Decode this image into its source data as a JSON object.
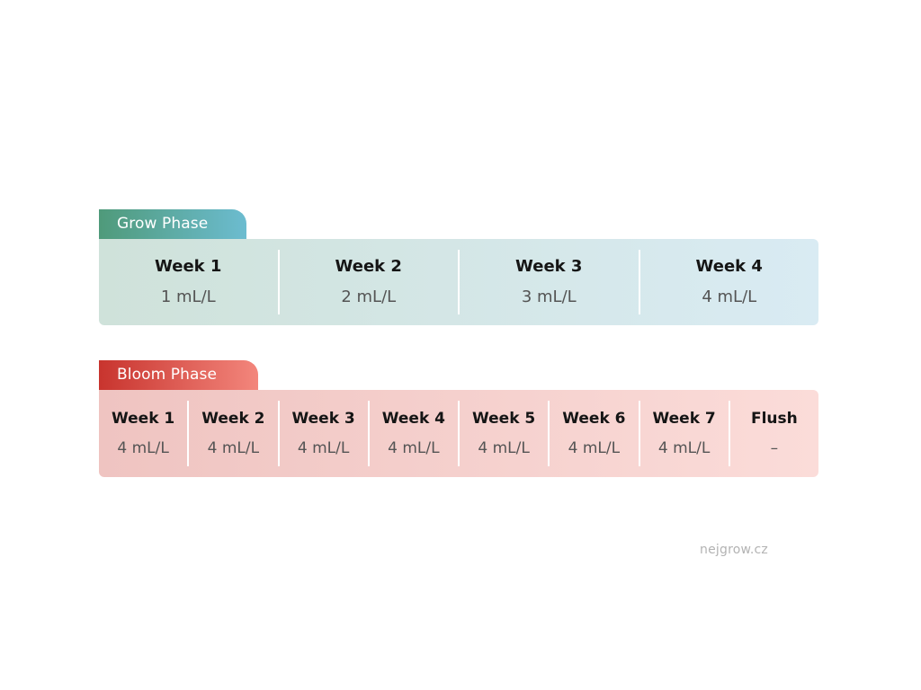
{
  "grow_phase": {
    "title": "Grow Phase",
    "colors": {
      "tab_start": "#4f9a7a",
      "tab_end": "#6cbcd0",
      "panel": "#d4e7e6"
    },
    "weeks": [
      {
        "label": "Week 1",
        "dose": "1 mL/L"
      },
      {
        "label": "Week 2",
        "dose": "2 mL/L"
      },
      {
        "label": "Week 3",
        "dose": "3 mL/L"
      },
      {
        "label": "Week 4",
        "dose": "4 mL/L"
      }
    ]
  },
  "bloom_phase": {
    "title": "Bloom Phase",
    "colors": {
      "tab_start": "#c8342e",
      "tab_end": "#f3867c",
      "panel": "#f6d0cd"
    },
    "weeks": [
      {
        "label": "Week 1",
        "dose": "4 mL/L"
      },
      {
        "label": "Week 2",
        "dose": "4 mL/L"
      },
      {
        "label": "Week 3",
        "dose": "4 mL/L"
      },
      {
        "label": "Week 4",
        "dose": "4 mL/L"
      },
      {
        "label": "Week 5",
        "dose": "4 mL/L"
      },
      {
        "label": "Week 6",
        "dose": "4 mL/L"
      },
      {
        "label": "Week 7",
        "dose": "4 mL/L"
      },
      {
        "label": "Flush",
        "dose": "–"
      }
    ]
  },
  "watermark": "nejgrow.cz"
}
